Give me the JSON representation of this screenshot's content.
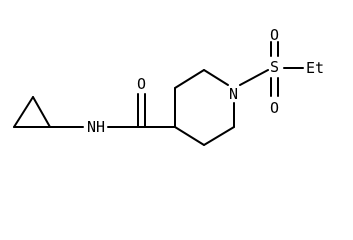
{
  "diagram": {
    "atoms": {
      "nh": "NH",
      "carbonyl_o": "O",
      "ring_n": "N",
      "sulfur": "S",
      "sulfonyl_o_top": "O",
      "sulfonyl_o_bottom": "O",
      "ethyl": "Et"
    }
  }
}
